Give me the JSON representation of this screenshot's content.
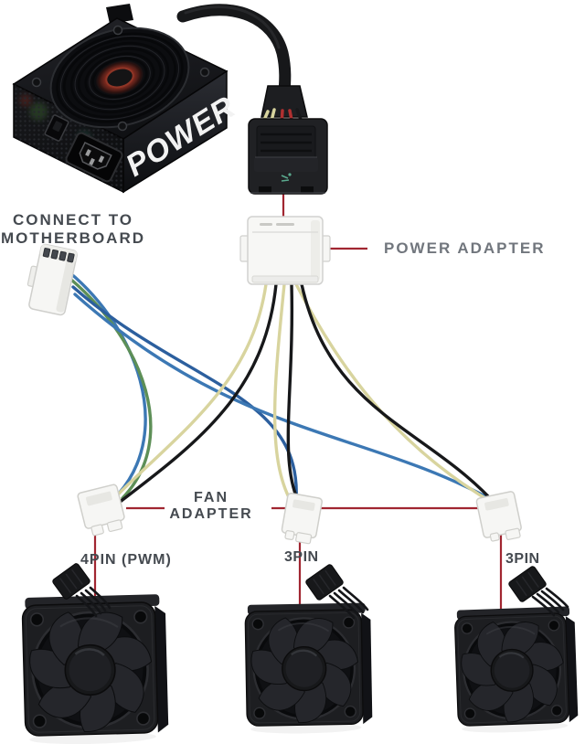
{
  "psu": {
    "label": "POWER"
  },
  "labels": {
    "connect_line1": "CONNECT TO",
    "connect_line2": "MOTHERBOARD",
    "power_adapter": "POWER ADAPTER",
    "fan_adapter_line1": "FAN",
    "fan_adapter_line2": "ADAPTER",
    "connector_left": "4PIN (PWM)",
    "connector_middle": "3PIN",
    "connector_right": "3PIN"
  },
  "colors": {
    "label_dark": "#454a50",
    "label_grey": "#71767d",
    "line_red": "#a12631",
    "wire_yellow": "#d8d49e",
    "wire_blue": "#3c78b4",
    "wire_blue_dark": "#2c5f9e",
    "wire_green": "#5d8f57",
    "wire_black": "#17181a",
    "glow_red": "#b5422c",
    "connector_white": "#f6f6f4"
  }
}
